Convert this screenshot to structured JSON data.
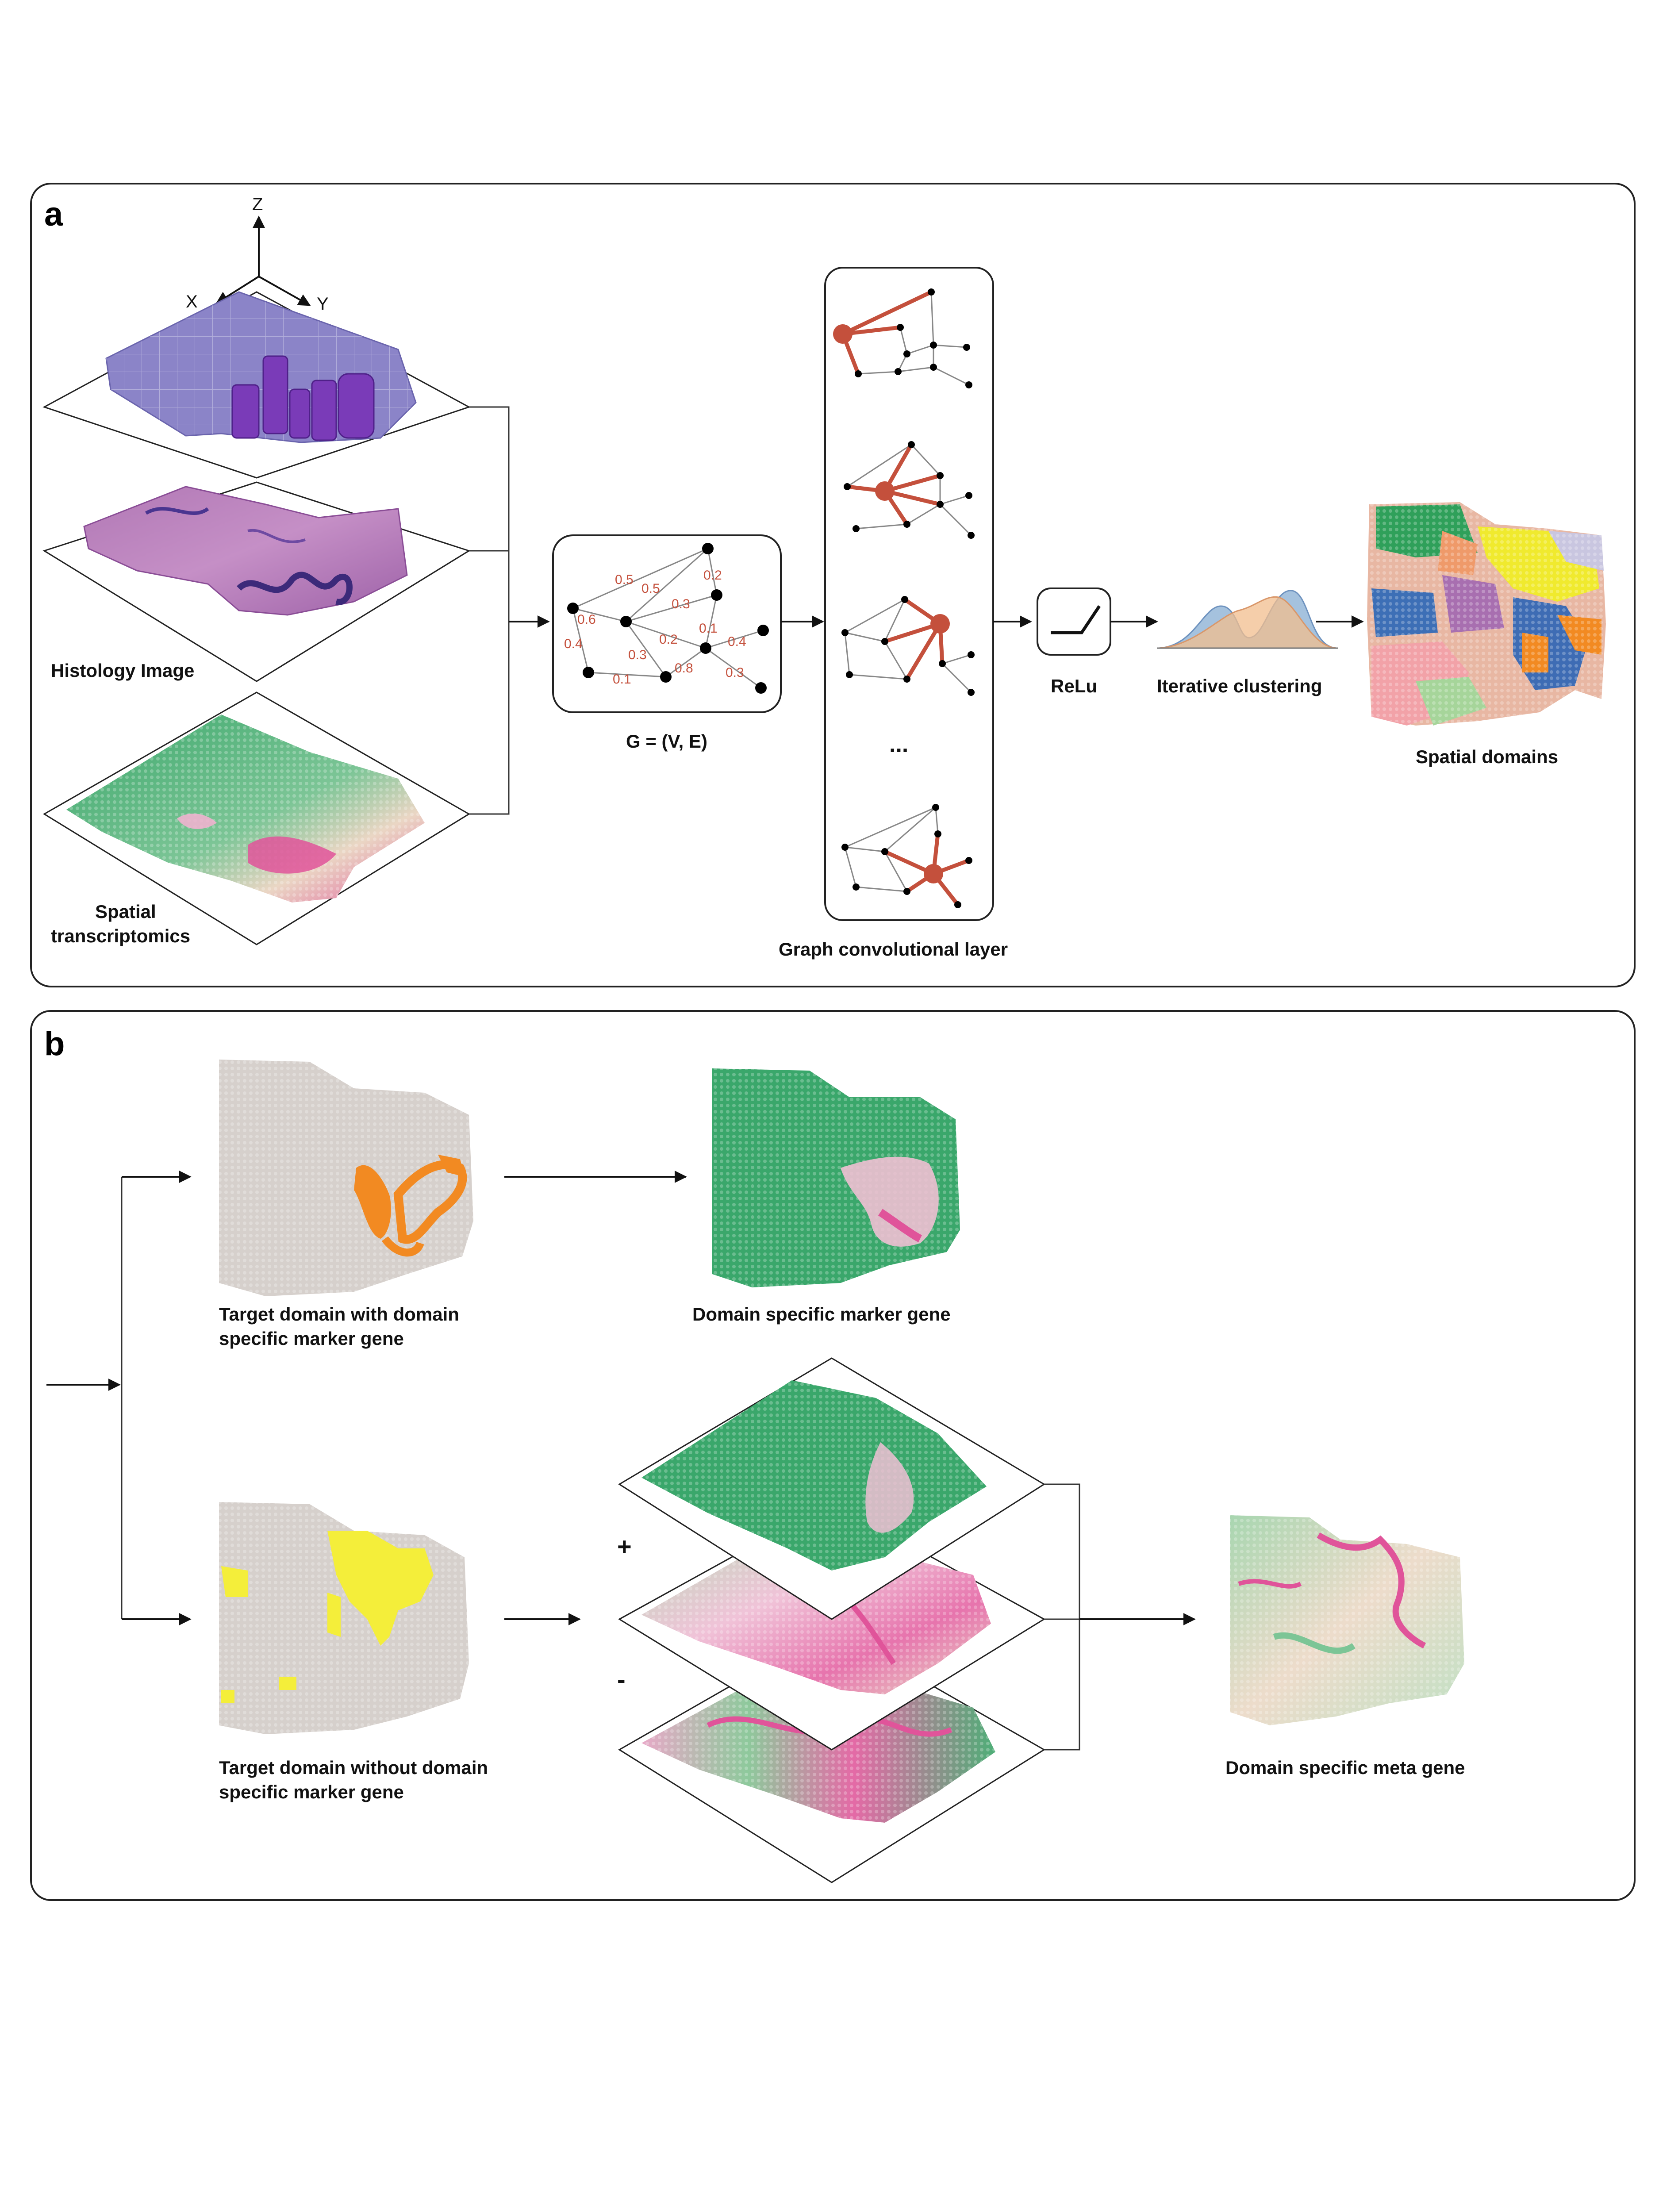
{
  "panel_a": {
    "letter": "a",
    "axes": {
      "z": "Z",
      "x": "X",
      "y": "Y"
    },
    "histology_label": "Histology Image",
    "spatial_label_1": "Spatial",
    "spatial_label_2": "transcriptomics",
    "graph_label": "G = (V, E)",
    "edge_weights": [
      "0.5",
      "0.5",
      "0.2",
      "0.3",
      "0.6",
      "0.4",
      "0.1",
      "0.4",
      "0.2",
      "0.3",
      "0.8",
      "0.1",
      "0.3"
    ],
    "gcn_label": "Graph convolutional layer",
    "gcn_ellipsis": "...",
    "relu_label": "ReLu",
    "clustering_label": "Iterative clustering",
    "domains_label": "Spatial domains"
  },
  "panel_b": {
    "letter": "b",
    "target_with_1": "Target domain with domain",
    "target_with_2": "specific marker gene",
    "marker_label": "Domain specific marker gene",
    "target_without_1": "Target domain without domain",
    "target_without_2": "specific marker gene",
    "plus": "+",
    "minus": "-",
    "meta_label": "Domain specific meta gene"
  },
  "colors": {
    "green": "#3aa76b",
    "pink": "#e7549b",
    "orange": "#f28a22",
    "yellow": "#f4ee3a",
    "grey": "#d6d0cc",
    "purple": "#8a59b8",
    "edge_highlight": "#c4503c"
  }
}
